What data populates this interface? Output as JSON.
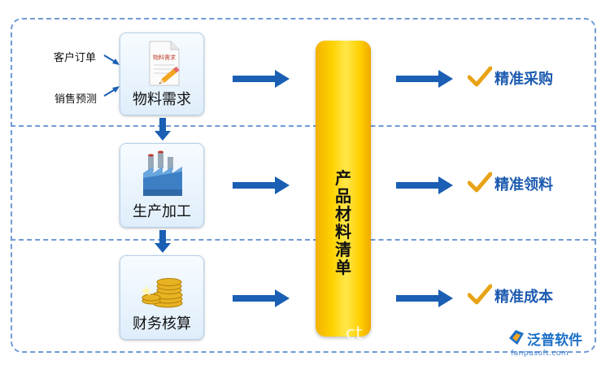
{
  "inputs": [
    "客户订单",
    "销售预测"
  ],
  "steps": [
    {
      "label": "物料需求",
      "icon": "document-pen-icon"
    },
    {
      "label": "生产加工",
      "icon": "factory-icon"
    },
    {
      "label": "财务核算",
      "icon": "coins-icon"
    }
  ],
  "bom": {
    "chars": [
      "产",
      "品",
      "材",
      "料",
      "清",
      "单"
    ]
  },
  "outputs": [
    "精准采购",
    "精准领料",
    "精准成本"
  ],
  "doc_icon_text": "物料需求",
  "logo": {
    "brand": "泛普软件",
    "url": "fanpusoft.com"
  },
  "watermark": "ct",
  "colors": {
    "arrow": "#1a5fb4",
    "bom": "#ffd200",
    "output_text": "#1d5bb0",
    "check": "#e8a317",
    "dash": "#6f9ad6"
  }
}
